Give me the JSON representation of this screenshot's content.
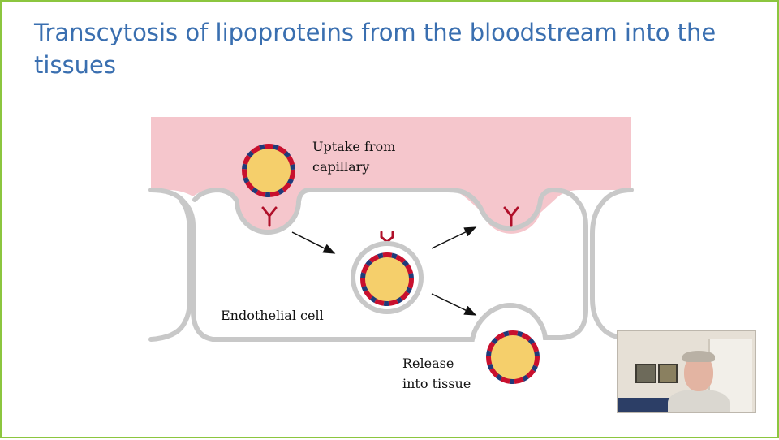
{
  "slide": {
    "title": "Transcytosis of lipoproteins from the bloodstream into the tissues"
  },
  "diagram": {
    "labels": {
      "uptake_line1": "Uptake from",
      "uptake_line2": "capillary",
      "cell": "Endothelial cell",
      "release_line1": "Release",
      "release_line2": "into tissue"
    },
    "colors": {
      "capillary": "#f5c6cc",
      "membrane": "#c8c8c8",
      "lipoprotein_core": "#f5cf6b",
      "apoprotein_red": "#c8102e",
      "apoprotein_blue": "#1f3a7a",
      "receptor": "#b0102a"
    }
  },
  "webcam": {
    "icon": "presenter-video-thumbnail"
  }
}
